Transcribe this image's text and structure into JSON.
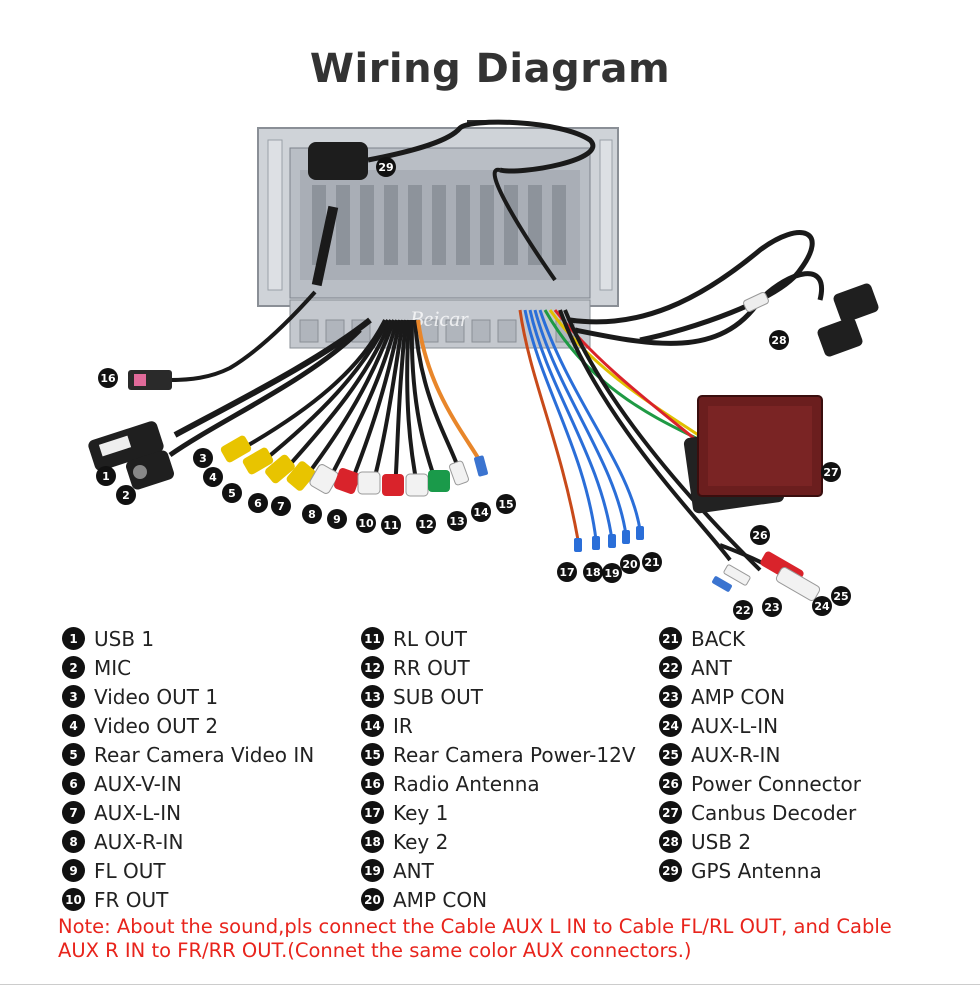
{
  "title": "Wiring Diagram",
  "watermark": "Beicar",
  "legend": [
    {
      "num": "1",
      "label": "USB 1"
    },
    {
      "num": "2",
      "label": "MIC"
    },
    {
      "num": "3",
      "label": "Video OUT 1"
    },
    {
      "num": "4",
      "label": "Video OUT 2"
    },
    {
      "num": "5",
      "label": "Rear Camera Video IN"
    },
    {
      "num": "6",
      "label": "AUX-V-IN"
    },
    {
      "num": "7",
      "label": "AUX-L-IN"
    },
    {
      "num": "8",
      "label": "AUX-R-IN"
    },
    {
      "num": "9",
      "label": "FL OUT"
    },
    {
      "num": "10",
      "label": "FR OUT"
    },
    {
      "num": "11",
      "label": "RL OUT"
    },
    {
      "num": "12",
      "label": "RR OUT"
    },
    {
      "num": "13",
      "label": "SUB OUT"
    },
    {
      "num": "14",
      "label": "IR"
    },
    {
      "num": "15",
      "label": "Rear Camera Power-12V"
    },
    {
      "num": "16",
      "label": "Radio Antenna"
    },
    {
      "num": "17",
      "label": "Key 1"
    },
    {
      "num": "18",
      "label": "Key 2"
    },
    {
      "num": "19",
      "label": "ANT"
    },
    {
      "num": "20",
      "label": "AMP CON"
    },
    {
      "num": "21",
      "label": "BACK"
    },
    {
      "num": "22",
      "label": "ANT"
    },
    {
      "num": "23",
      "label": "AMP CON"
    },
    {
      "num": "24",
      "label": "AUX-L-IN"
    },
    {
      "num": "25",
      "label": "AUX-R-IN"
    },
    {
      "num": "26",
      "label": "Power Connector"
    },
    {
      "num": "27",
      "label": "Canbus Decoder"
    },
    {
      "num": "28",
      "label": "USB 2"
    },
    {
      "num": "29",
      "label": "GPS Antenna"
    }
  ],
  "note": "Note: About the sound,pls connect the Cable AUX L IN to Cable FL/RL OUT, and Cable AUX R IN to  FR/RR OUT.(Connet the same color AUX connectors.)",
  "colors": {
    "title": "#333333",
    "note": "#e8241c",
    "badge": "#111111"
  }
}
